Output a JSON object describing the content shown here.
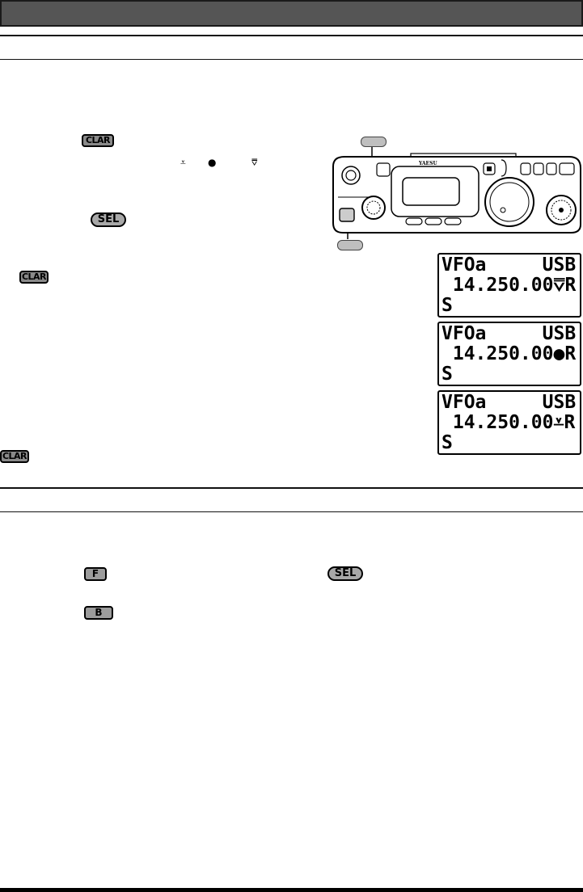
{
  "keys": {
    "clar": "CLAR",
    "sel": "SEL",
    "f": "F",
    "b": "B"
  },
  "symbols": {
    "minus": "⩡",
    "center": "●",
    "plus": "⩢"
  },
  "lcd_displays": [
    {
      "line1": "VFOa     USB",
      "line2": " 14.250.00⩢R",
      "line3": "S"
    },
    {
      "line1": "VFOa     USB",
      "line2": " 14.250.00●R",
      "line3": "S"
    },
    {
      "line1": "VFOa     USB",
      "line2": " 14.250.00⩡R",
      "line3": "S"
    }
  ],
  "radio": {
    "brand": "YAESU"
  },
  "colors": {
    "header": "#555555",
    "key": "#9c9c9c"
  }
}
